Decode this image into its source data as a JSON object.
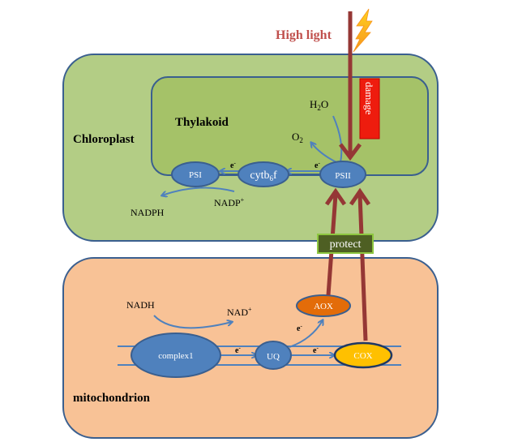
{
  "title": "High light protection of PSII by mitochondrial respiration",
  "light": {
    "label": "High light",
    "icon": "lightning-bolt-icon"
  },
  "chloroplast": {
    "label": "Chloroplast",
    "thylakoid": {
      "label": "Thylakoid"
    },
    "complexes": {
      "psi": "PSI",
      "cytb6f_main": "cytb",
      "cytb6f_sub": "6",
      "cytb6f_tail": "f",
      "psii": "PSII"
    },
    "electron": {
      "base": "e",
      "sup": "-"
    },
    "water": {
      "base": "H",
      "sub": "2",
      "tail": "O"
    },
    "oxygen": {
      "base": "O",
      "sub": "2"
    },
    "nadp": {
      "base": "NADP",
      "sup": "+"
    },
    "nadph": "NADPH",
    "damage": "damage"
  },
  "protect": "protect",
  "mitochondrion": {
    "label": "mitochondrion",
    "nadh": "NADH",
    "nad": {
      "base": "NAD",
      "sup": "+"
    },
    "complexes": {
      "complex1": "complex1",
      "uq": "UQ",
      "cox": "COX",
      "aox": "AOX"
    }
  },
  "colors": {
    "chloroplast_fill": "#b3cd85",
    "thylakoid_fill": "#a5c268",
    "mito_fill": "#f8c296",
    "outline": "#3a5f8f",
    "complex_blue": "#4f81bd",
    "flow_arrow": "#4f81bd",
    "light_arrow": "#953735",
    "damage_red": "#ee1c0e",
    "protect_fill": "#4e5f23",
    "protect_border": "#8dc63f",
    "aox_fill": "#e36c09",
    "cox_fill": "#ffc000"
  }
}
